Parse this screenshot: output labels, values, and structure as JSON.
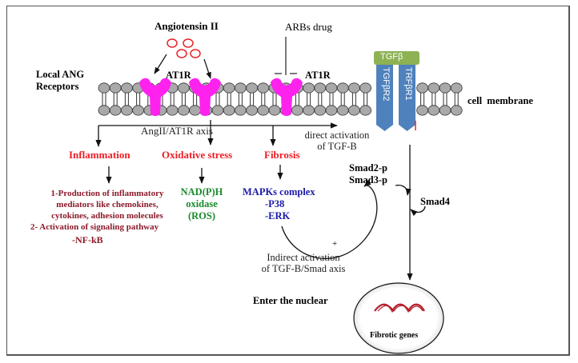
{
  "labels": {
    "angiotensin": "Angiotensin II",
    "arbs_drug": "ARBs drug",
    "local_ang_1": "Local ANG",
    "local_ang_2": "Receptors",
    "at1r_1": "AT1R",
    "at1r_2": "AT1R",
    "tgfb": "TGFβ",
    "tgfbr2": "TGFβR2",
    "trfbr1": "TRFβR1",
    "cell_membrane": "cell  membrane",
    "axis": "AngII/AT1R axis",
    "direct_1": "direct activation",
    "direct_2": "of TGF-B",
    "inflammation": "Inflammation",
    "oxidative": "Oxidative stress",
    "fibrosis": "Fibrosis",
    "infl_1": "1-Production of inflammatory",
    "infl_2": "mediators like chemokines,",
    "infl_3": "cytokines, adhesion molecules",
    "infl_4": "2- Activation of signaling pathway",
    "infl_5": "-NF-kB",
    "ox_1": "NAD(P)H",
    "ox_2": "oxidase",
    "ox_3": "(ROS)",
    "mapk_1": "MAPKs complex",
    "mapk_2": "-P38",
    "mapk_3": "-ERK",
    "smad23_1": "Smad2-p",
    "smad23_2": "Smad3-p",
    "smad4": "Smad4",
    "plus": "+",
    "indirect_1": "Indirect activation",
    "indirect_2": "of TGF-B/Smad axis",
    "enter": "Enter the nuclear",
    "fibrotic": "Fibrotic genes"
  },
  "colors": {
    "receptor": "#ff22ee",
    "lipid": "#a9a9a9",
    "tgfb_ligand": "#8db254",
    "tgf_receptor": "#4f81bd",
    "effect_red": "#ee1c24",
    "inflammation_detail": "#8b1a2a",
    "oxidative_detail": "#1a8a2a",
    "mapk_detail": "#1a1aa8",
    "dna": "#b5202e"
  }
}
